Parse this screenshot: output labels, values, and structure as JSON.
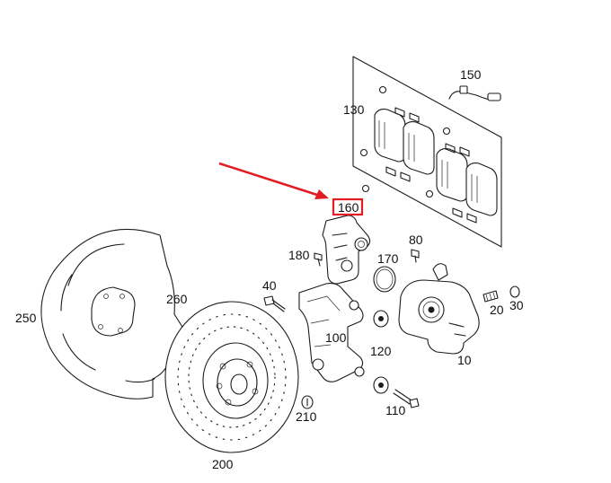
{
  "callouts": {
    "c10": "10",
    "c20": "20",
    "c30": "30",
    "c40": "40",
    "c80": "80",
    "c100": "100",
    "c110": "110",
    "c120": "120",
    "c130": "130",
    "c150": "150",
    "c160": "160",
    "c170": "170",
    "c180": "180",
    "c200": "200",
    "c210": "210",
    "c250": "250",
    "c260": "260"
  },
  "highlight": {
    "part": "160",
    "color": "#e31b23"
  },
  "icons": {
    "arrow": "pointer-arrow-icon"
  }
}
